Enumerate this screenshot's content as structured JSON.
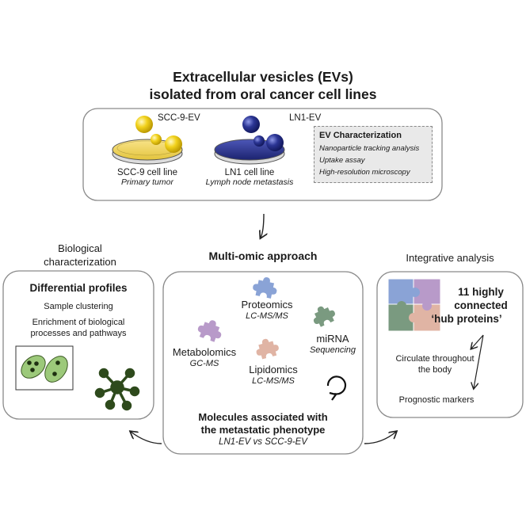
{
  "title": {
    "line1": "Extracellular vesicles (EVs)",
    "line2": "isolated from oral cancer cell lines"
  },
  "cell_lines": {
    "scc9": {
      "ev_label": "SCC-9-EV",
      "name": "SCC-9 cell line",
      "subtitle": "Primary tumor",
      "color": "#f2d21c"
    },
    "ln1": {
      "ev_label": "LN1-EV",
      "name": "LN1 cell line",
      "subtitle": "Lymph node metastasis",
      "color": "#2b3594"
    }
  },
  "ev_characterization": {
    "title": "EV Characterization",
    "items": [
      "Nanoparticle tracking analysis",
      "Uptake assay",
      "High-resolution microscopy"
    ]
  },
  "left_panel": {
    "heading_line1": "Biological",
    "heading_line2": "characterization",
    "title": "Differential profiles",
    "item1": "Sample clustering",
    "item2_line1": "Enrichment of biological",
    "item2_line2": "processes and pathways",
    "ellipse_color": "#9cc97a",
    "network_color": "#2e4a1c"
  },
  "center_panel": {
    "heading": "Multi-omic approach",
    "proteomics": {
      "label": "Proteomics",
      "method": "LC-MS/MS",
      "color": "#8aa3d6"
    },
    "mirna": {
      "label": "miRNA",
      "method": "Sequencing",
      "color": "#7a9a80"
    },
    "metabolomics": {
      "label": "Metabolomics",
      "method": "GC-MS",
      "color": "#b89ac9"
    },
    "lipidomics": {
      "label": "Lipidomics",
      "method": "LC-MS/MS",
      "color": "#e0b4a4"
    },
    "result_line1": "Molecules associated with",
    "result_line2": "the metastatic phenotype",
    "comparison": "LN1-EV vs SCC-9-EV"
  },
  "right_panel": {
    "heading": "Integrative analysis",
    "title_line1": "11 highly",
    "title_line2": "connected",
    "title_line3": "‘hub proteins’",
    "item1_line1": "Circulate throughout",
    "item1_line2": "the body",
    "item2": "Prognostic markers",
    "puzzle_colors": [
      "#8aa3d6",
      "#b89ac9",
      "#7a9a80",
      "#e0b4a4"
    ]
  }
}
